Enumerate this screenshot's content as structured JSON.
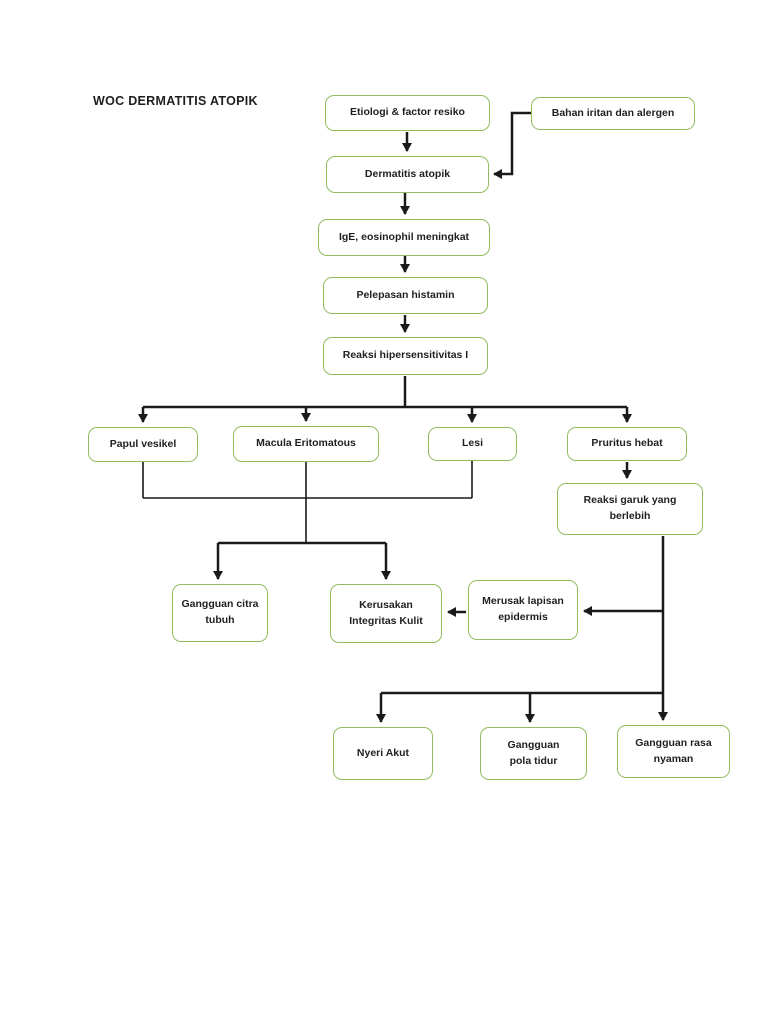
{
  "page": {
    "title": "WOC DERMATITIS ATOPIK"
  },
  "colors": {
    "node_border": "#92bd5f",
    "connector": "#1a1a1a",
    "text": "#1f1f1f",
    "background": "#ffffff"
  },
  "nodes": {
    "etiologi": {
      "label": "Etiologi & factor resiko"
    },
    "bahan_iritan": {
      "label": "Bahan iritan dan alergen"
    },
    "dermatitis": {
      "label": "Dermatitis atopik"
    },
    "ige": {
      "label": "IgE, eosinophil meningkat"
    },
    "pelepasan": {
      "label": "Pelepasan histamin"
    },
    "reaksi_hipersensitivitas": {
      "label": "Reaksi hipersensitivitas I"
    },
    "papul": {
      "label": "Papul vesikel"
    },
    "macula": {
      "label": "Macula Eritomatous"
    },
    "lesi": {
      "label": "Lesi"
    },
    "pruritus": {
      "label": "Pruritus hebat"
    },
    "reaksi_garuk": {
      "label": "Reaksi garuk yang berlebih"
    },
    "gangguan_citra": {
      "label": "Gangguan citra tubuh"
    },
    "kerusakan_integritas": {
      "label": "Kerusakan Integritas Kulit"
    },
    "merusak_epidermis": {
      "label": "Merusak lapisan epidermis"
    },
    "nyeri_akut": {
      "label": "Nyeri Akut"
    },
    "gangguan_pola_tidur": {
      "label": "Gangguan pola tidur"
    },
    "gangguan_rasa_nyaman": {
      "label": "Gangguan rasa nyaman"
    }
  },
  "edges": [
    {
      "from": "etiologi",
      "to": "dermatitis"
    },
    {
      "from": "bahan_iritan",
      "to": "dermatitis"
    },
    {
      "from": "dermatitis",
      "to": "ige"
    },
    {
      "from": "ige",
      "to": "pelepasan"
    },
    {
      "from": "pelepasan",
      "to": "reaksi_hipersensitivitas"
    },
    {
      "from": "reaksi_hipersensitivitas",
      "to": "papul"
    },
    {
      "from": "reaksi_hipersensitivitas",
      "to": "macula"
    },
    {
      "from": "reaksi_hipersensitivitas",
      "to": "lesi"
    },
    {
      "from": "reaksi_hipersensitivitas",
      "to": "pruritus"
    },
    {
      "from": "papul,macula,lesi",
      "to": "gangguan_citra"
    },
    {
      "from": "papul,macula,lesi",
      "to": "kerusakan_integritas"
    },
    {
      "from": "pruritus",
      "to": "reaksi_garuk"
    },
    {
      "from": "reaksi_garuk",
      "to": "merusak_epidermis"
    },
    {
      "from": "merusak_epidermis",
      "to": "kerusakan_integritas"
    },
    {
      "from": "reaksi_garuk",
      "to": "nyeri_akut"
    },
    {
      "from": "reaksi_garuk",
      "to": "gangguan_pola_tidur"
    },
    {
      "from": "reaksi_garuk",
      "to": "gangguan_rasa_nyaman"
    }
  ]
}
